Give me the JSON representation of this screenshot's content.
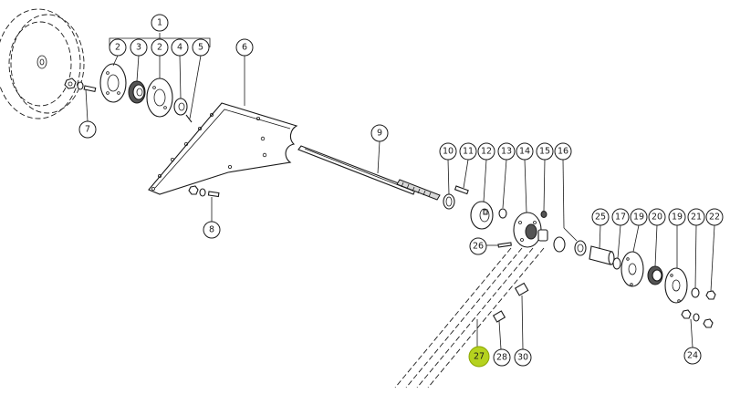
{
  "callouts": [
    {
      "id": "c1",
      "label": "1"
    },
    {
      "id": "c2a",
      "label": "2"
    },
    {
      "id": "c3",
      "label": "3"
    },
    {
      "id": "c2b",
      "label": "2"
    },
    {
      "id": "c4",
      "label": "4"
    },
    {
      "id": "c5",
      "label": "5"
    },
    {
      "id": "c6",
      "label": "6"
    },
    {
      "id": "c7",
      "label": "7"
    },
    {
      "id": "c8",
      "label": "8"
    },
    {
      "id": "c9",
      "label": "9"
    },
    {
      "id": "c10",
      "label": "10"
    },
    {
      "id": "c11",
      "label": "11"
    },
    {
      "id": "c12",
      "label": "12"
    },
    {
      "id": "c13",
      "label": "13"
    },
    {
      "id": "c14",
      "label": "14"
    },
    {
      "id": "c15",
      "label": "15"
    },
    {
      "id": "c16",
      "label": "16"
    },
    {
      "id": "c25",
      "label": "25"
    },
    {
      "id": "c17",
      "label": "17"
    },
    {
      "id": "c19a",
      "label": "19"
    },
    {
      "id": "c20",
      "label": "20"
    },
    {
      "id": "c19b",
      "label": "19"
    },
    {
      "id": "c21",
      "label": "21"
    },
    {
      "id": "c22",
      "label": "22"
    },
    {
      "id": "c26",
      "label": "26"
    },
    {
      "id": "c27",
      "label": "27",
      "highlighted": true
    },
    {
      "id": "c28",
      "label": "28"
    },
    {
      "id": "c30",
      "label": "30"
    },
    {
      "id": "c24",
      "label": "24"
    }
  ],
  "colors": {
    "highlight": "#b5d21f",
    "line": "#1a1a1a",
    "background": "#ffffff"
  }
}
